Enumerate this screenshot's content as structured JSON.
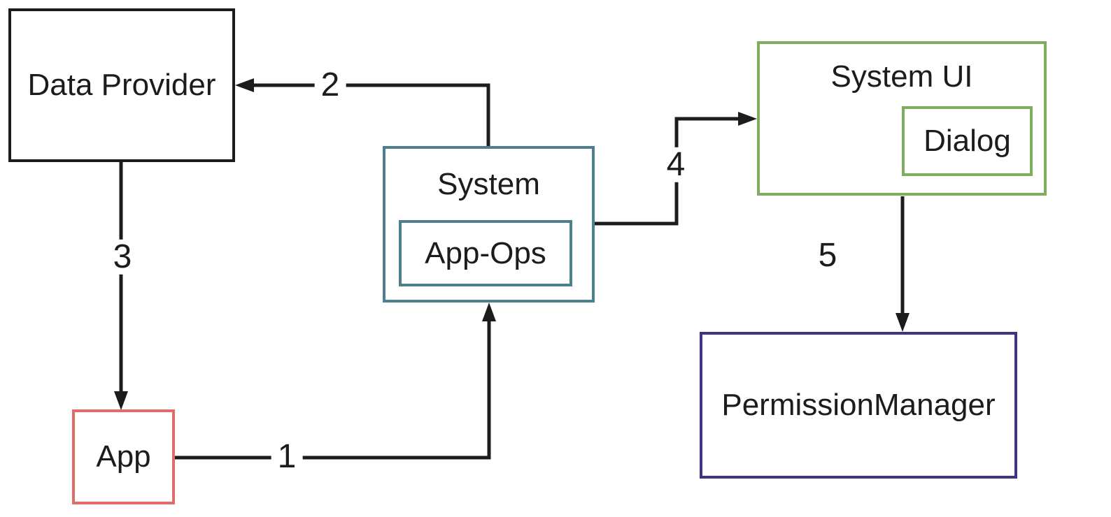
{
  "diagram": {
    "background_color": "#ffffff",
    "arrow_color": "#1c1c1c",
    "text_color": "#1c1c1c"
  },
  "nodes": {
    "data_provider": {
      "label": "Data Provider",
      "border_color": "#1c1c1c"
    },
    "system": {
      "label": "System",
      "border_color": "#4e7f8d"
    },
    "app_ops": {
      "label": "App-Ops",
      "border_color": "#4e7f8d"
    },
    "system_ui": {
      "label": "System UI",
      "border_color": "#7dae60"
    },
    "dialog": {
      "label": "Dialog",
      "border_color": "#7dae60"
    },
    "permission_manager": {
      "label": "PermissionManager",
      "border_color": "#3d3484"
    },
    "app": {
      "label": "App",
      "border_color": "#e06c6b"
    }
  },
  "connectors": {
    "c1": {
      "label": "1",
      "from": "App",
      "to": "System"
    },
    "c2": {
      "label": "2",
      "from": "System",
      "to": "Data Provider"
    },
    "c3": {
      "label": "3",
      "from": "Data Provider",
      "to": "App"
    },
    "c4": {
      "label": "4",
      "from": "System",
      "to": "System UI"
    },
    "c5": {
      "label": "5",
      "from": "System UI",
      "to": "PermissionManager"
    }
  }
}
